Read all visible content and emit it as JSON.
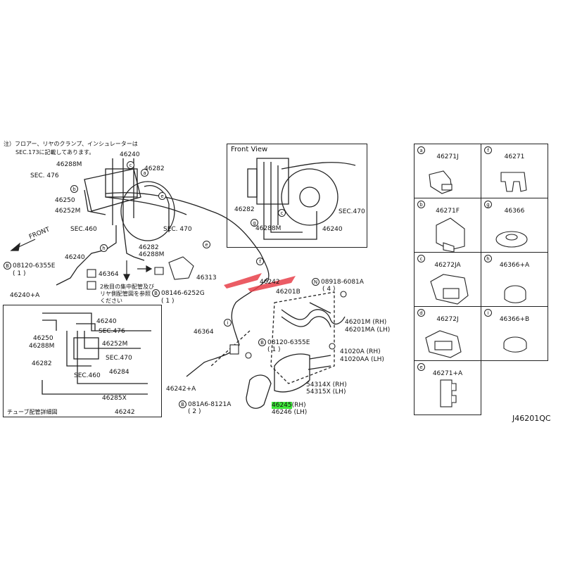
{
  "notes": {
    "line1": "注）フロアー、リヤのクランプ、インシュレーターは",
    "line2": "SEC.173に記載してあります。"
  },
  "front_view": {
    "title": "Front View",
    "labels": [
      "46282",
      "46288M",
      "46240",
      "SEC.470"
    ],
    "callout": "g"
  },
  "main_labels": {
    "p46240_top": "46240",
    "p46288m": "46288M",
    "p46282_top": "46282",
    "sec476": "SEC. 476",
    "p46250": "46250",
    "p46252m": "46252M",
    "sec460": "SEC.460",
    "sec470": "SEC. 470",
    "front": "FRONT",
    "p46282_mid": "46282",
    "p46288m_mid": "46288M",
    "p46240_mid": "46240",
    "bolt1_b": "B",
    "bolt1": "08120-6355E",
    "bolt1_qty": "( 1 )",
    "p46364_a": "46364",
    "p46313": "46313",
    "p46240a": "46240+A",
    "jp_note1": "2枚目の集中配管及び",
    "jp_note2": "リヤ側配管図を参照",
    "jp_note3": "ください",
    "bolt2_b": "B",
    "bolt2": "08146-6252G",
    "bolt2_qty": "( 1 )",
    "p46242_top": "46242",
    "nut_n": "N",
    "nut": "08918-6081A",
    "nut_qty": "( 4 )",
    "p46201b": "46201B",
    "p46201m": "46201M (RH)",
    "p46201ma": "46201MA (LH)",
    "p46364_b": "46364",
    "bolt3_b": "B",
    "bolt3": "08120-6355E",
    "bolt3_qty": "( 1 )",
    "p41020a": "41020A  (RH)",
    "p41020aa": "41020AA (LH)",
    "p46242a": "46242+A",
    "p54314x": "54314X (RH)",
    "p54315x": "54315X (LH)",
    "bolt4_b": "B",
    "bolt4": "081A6-8121A",
    "bolt4_qty": "( 2 )",
    "p46245_code": "46245",
    "p46245_side": "(RH)",
    "p46246": "46246 (LH)"
  },
  "callouts": {
    "a": "a",
    "b": "b",
    "c": "c",
    "d": "d",
    "e": "e",
    "f": "f",
    "g": "g",
    "h": "h",
    "i": "i"
  },
  "detail_inset": {
    "caption": "チューブ配管詳細図",
    "labels": {
      "p46240": "46240",
      "sec476": "SEC.476",
      "p46250": "46250",
      "p46288m": "46288M",
      "p46252m": "46252M",
      "p46282": "46282",
      "sec470": "SEC.470",
      "sec460": "SEC.460",
      "p46284": "46284",
      "p46285x": "46285X",
      "p46242": "46242"
    }
  },
  "parts_grid": [
    {
      "key": "a",
      "part": "46271J"
    },
    {
      "key": "f",
      "part": "46271"
    },
    {
      "key": "b",
      "part": "46271F"
    },
    {
      "key": "g",
      "part": "46366"
    },
    {
      "key": "c",
      "part": "46272JA"
    },
    {
      "key": "h",
      "part": "46366+A"
    },
    {
      "key": "d",
      "part": "46272J"
    },
    {
      "key": "i",
      "part": "46366+B"
    },
    {
      "key": "e",
      "part": "46271+A"
    }
  ],
  "diagram_code": "J46201QC",
  "colors": {
    "highlight": "#3ee83a",
    "line": "#222222",
    "watermark": "#e8404a"
  }
}
